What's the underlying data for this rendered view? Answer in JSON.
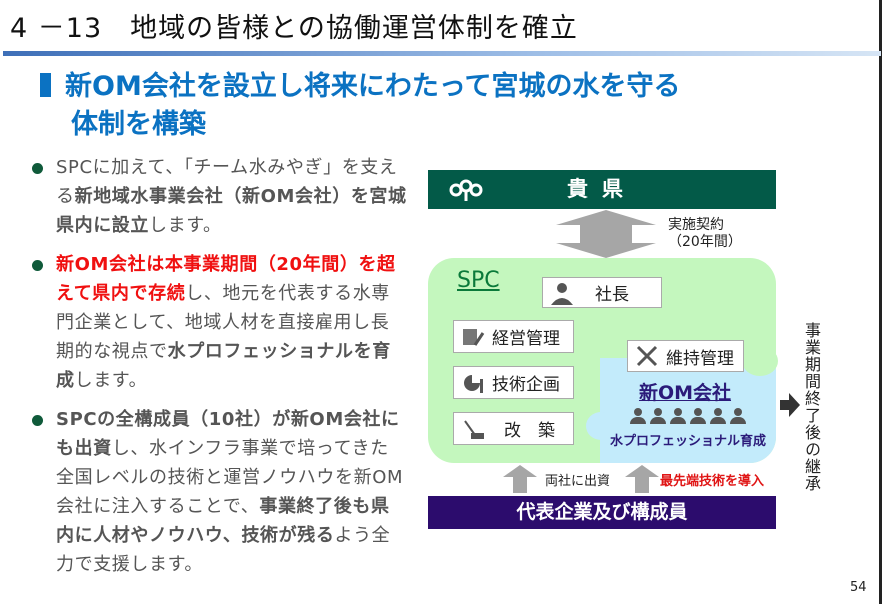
{
  "header": {
    "title": "4 －13　地域の皆様との協働運営体制を確立"
  },
  "subtitle": {
    "line1": "新OM会社を設立し将来にわたって宮城の水を守る",
    "line2": "体制を構築"
  },
  "bullets": [
    [
      {
        "t": "SPCに加えて、「チーム水みやぎ」を支える",
        "s": "n"
      },
      {
        "t": "新地域水事業会社（新OM会社）を宮城県内に設立",
        "s": "b"
      },
      {
        "t": "します。",
        "s": "n"
      }
    ],
    [
      {
        "t": "新OM会社は本事業期間（20年間）を超えて県内で存続",
        "s": "r"
      },
      {
        "t": "し、地元を代表する水専門企業として、地域人材を直接雇用し長期的な視点で",
        "s": "n"
      },
      {
        "t": "水プロフェッショナルを育成",
        "s": "b"
      },
      {
        "t": "します。",
        "s": "n"
      }
    ],
    [
      {
        "t": "SPCの全構成員（10社）が新OM会社にも出資",
        "s": "b"
      },
      {
        "t": "し、水インフラ事業で培ってきた全国レベルの技術と運営ノウハウを新OM会社に注入することで、",
        "s": "n"
      },
      {
        "t": "事業終了後も県内に人材やノウハウ、技術が残る",
        "s": "b"
      },
      {
        "t": "よう全力で支援します。",
        "s": "n"
      }
    ]
  ],
  "diagram": {
    "prefecture": "貴県",
    "contract_line1": "実施契約",
    "contract_line2": "（20年間）",
    "spc_label": "SPC",
    "president": "社長",
    "management": "経営管理",
    "planning": "技術企画",
    "renovation": "改　築",
    "maintenance": "維持管理",
    "new_om": "新OM会社",
    "water_pro": "水プロフェッショナル育成",
    "investment": "両社に出資",
    "technology": "最先端技術を導入",
    "members": "代表企業及び構成員",
    "succession": "事業期間終了後の継承",
    "colors": {
      "prefecture": "#035a48",
      "spc": "#c4f7be",
      "om": "#c3ebfb",
      "members": "#2c0c6d",
      "accent": "#0b72c2"
    }
  },
  "page_number": "54"
}
